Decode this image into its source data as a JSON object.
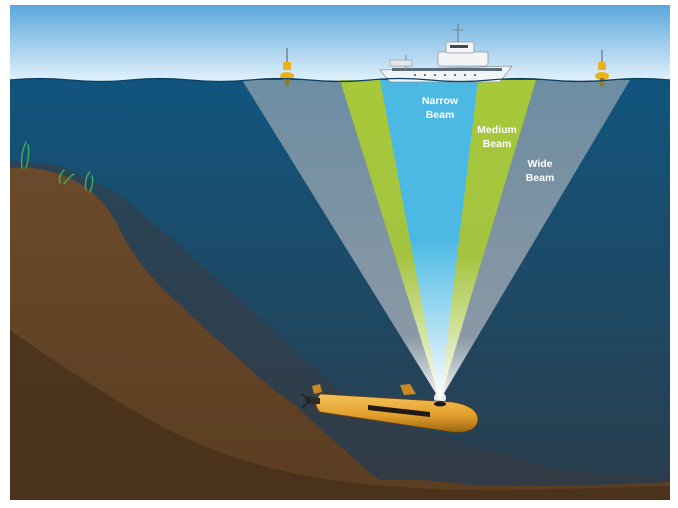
{
  "labels": {
    "narrow_line1": "Narrow",
    "narrow_line2": "Beam",
    "medium_line1": "Medium",
    "medium_line2": "Beam",
    "wide_line1": "Wide",
    "wide_line2": "Beam"
  },
  "colors": {
    "sky_top": "#5aa7dc",
    "sky_bottom": "#e9f5fd",
    "ocean_top": "#11557e",
    "ocean_bottom": "#2a3d4c",
    "seabed": "#5b3d21",
    "wide_beam": "#b7bcc2",
    "medium_beam": "#a7c838",
    "narrow_beam": "#4cb9e4",
    "beam_origin": "#ffffff",
    "label_text": "#ffffff",
    "vehicle": "#e2a02c",
    "buoy": "#e8b31e",
    "ship": "#f2f4f6"
  },
  "icons": {
    "vehicle": "auv-icon",
    "ship": "survey-ship-icon",
    "buoy": "buoy-icon"
  }
}
